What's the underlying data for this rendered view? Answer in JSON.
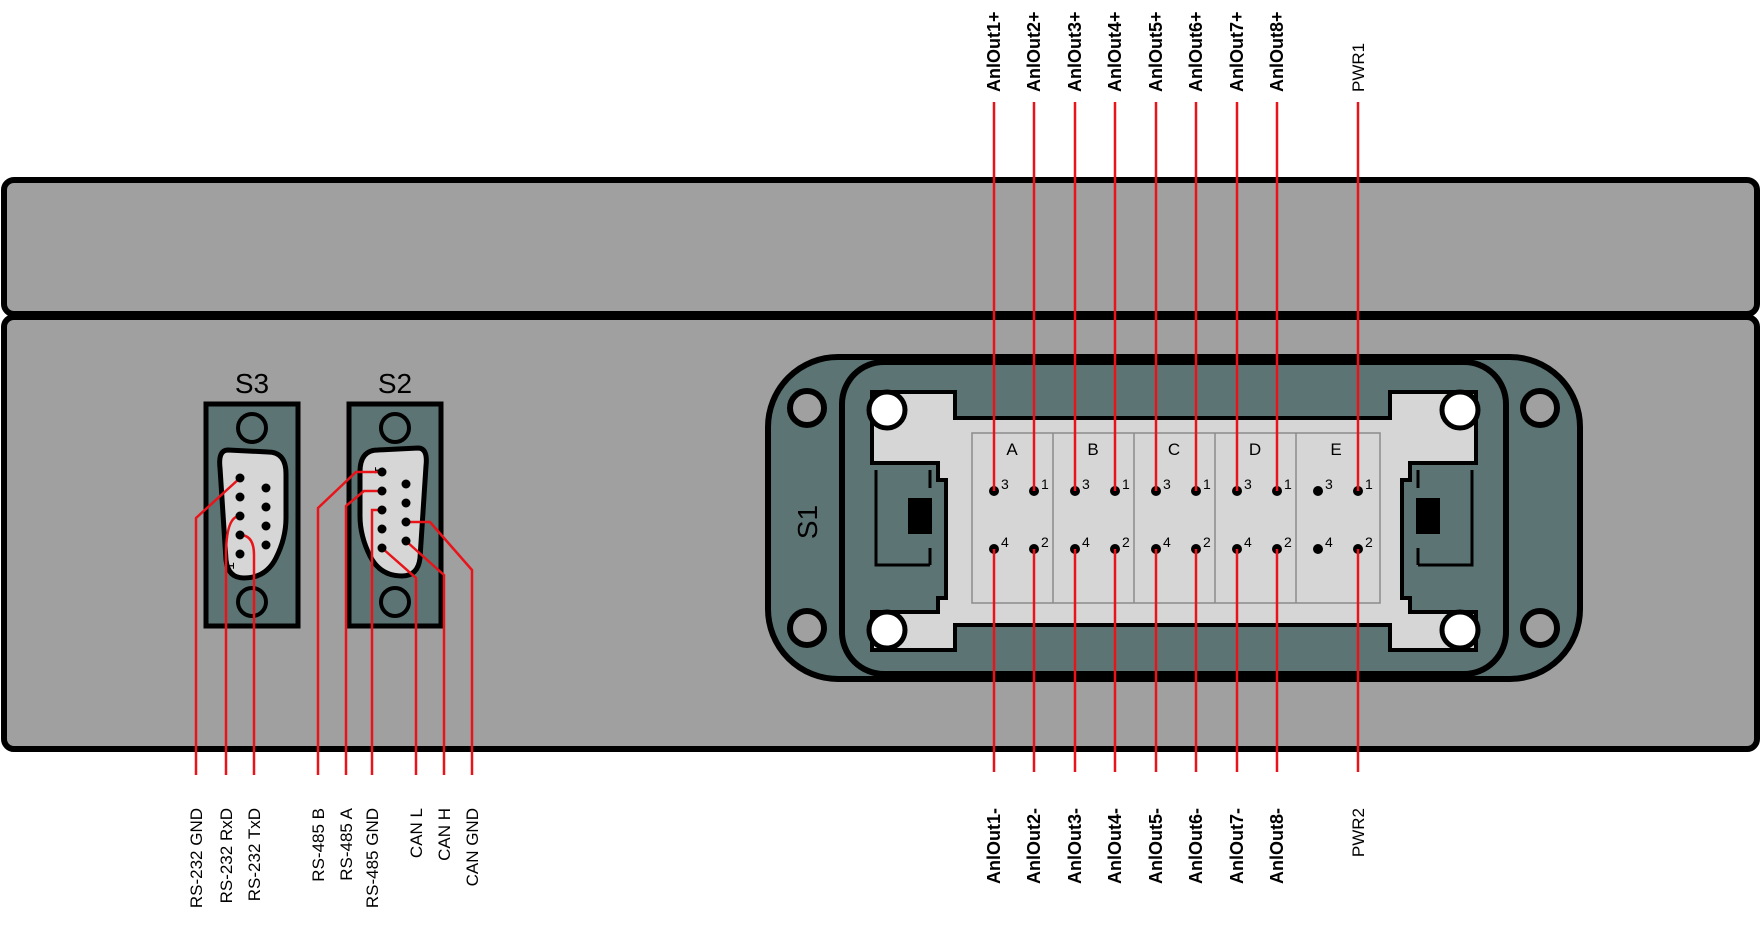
{
  "connectors": {
    "s3": "S3",
    "s2": "S2",
    "s1": "S1"
  },
  "s1_columns": [
    "A",
    "B",
    "C",
    "D",
    "E"
  ],
  "s1_pins": {
    "p1": "1",
    "p2": "2",
    "p3": "3",
    "p4": "4"
  },
  "sub_d_pin1": "1",
  "s3_wires": [
    "RS-232 GND",
    "RS-232 RxD",
    "RS-232 TxD"
  ],
  "s2_wires": [
    "RS-485 B",
    "RS-485 A",
    "RS-485 GND",
    "CAN L",
    "CAN H",
    "CAN GND"
  ],
  "top_wires": [
    "AnlOut1+",
    "AnlOut2+",
    "AnlOut3+",
    "AnlOut4+",
    "AnlOut5+",
    "AnlOut6+",
    "AnlOut7+",
    "AnlOut8+",
    "PWR1"
  ],
  "bottom_wires": [
    "AnlOut1-",
    "AnlOut2-",
    "AnlOut3-",
    "AnlOut4-",
    "AnlOut5-",
    "AnlOut6-",
    "AnlOut7-",
    "AnlOut8-",
    "PWR2"
  ],
  "colors": {
    "housing": "#a0a0a0",
    "connector_frame": "#5c7474",
    "insert": "#d6d6d6",
    "wire": "#e8141a",
    "outline": "#000000"
  }
}
